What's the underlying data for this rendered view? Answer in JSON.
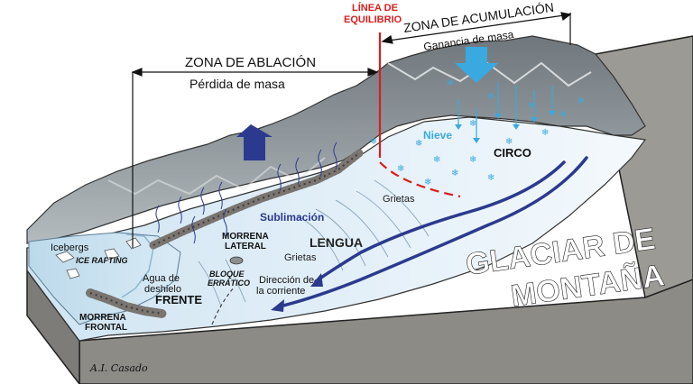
{
  "header": {
    "ablation_zone": "ZONA DE ABLACIÓN",
    "ablation_sub": "Pérdida de masa",
    "accumulation_zone": "ZONA DE ACUMULACIÓN",
    "accumulation_sub": "Ganancia de masa",
    "equilibrium_line_1": "LÍNEA DE",
    "equilibrium_line_2": "EQUILIBRIO"
  },
  "title": {
    "line1": "GLACIAR DE",
    "line2": "MONTAÑA"
  },
  "labels": {
    "nieve": "Nieve",
    "circo": "CIRCO",
    "grietas_upper": "Grietas",
    "grietas_lower": "Grietas",
    "sublimacion": "Sublimación",
    "lengua": "LENGUA",
    "morrena_lateral_1": "MORRENA",
    "morrena_lateral_2": "LATERAL",
    "icebergs": "Icebergs",
    "ice_rafting": "ICE RAFTING",
    "agua_1": "Agua de",
    "agua_2": "deshielo",
    "bloque_1": "BLOQUE",
    "bloque_2": "ERRÁTICO",
    "direccion_1": "Dirección de",
    "direccion_2": "la corriente",
    "frente": "FRENTE",
    "morrena_frontal_1": "MORRENA",
    "morrena_frontal_2": "FRONTAL",
    "signature": "A.I. Casado"
  },
  "colors": {
    "equilibrium": "#d81e1e",
    "flow": "#2b3a8f",
    "snow": "#3aa9e0",
    "rock": "#9aa3a8",
    "ice": "#dfeef8",
    "ground": "#8c8b86"
  }
}
